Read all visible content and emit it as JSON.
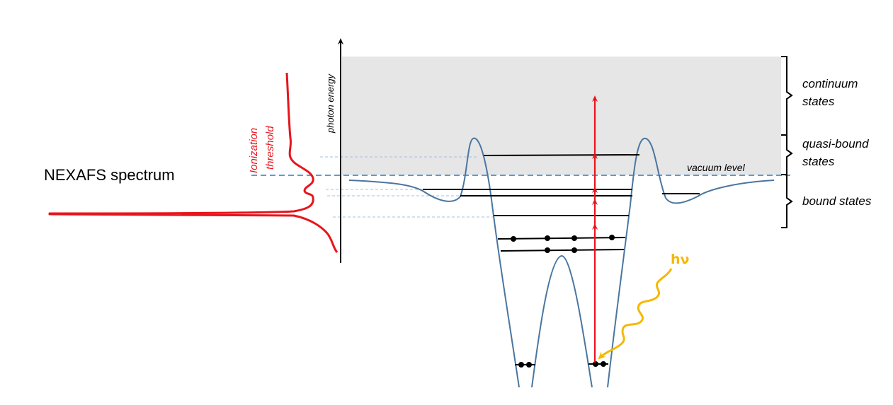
{
  "spectrum": {
    "title": "NEXAFS spectrum"
  },
  "axis": {
    "label": "photon energy"
  },
  "threshold": {
    "line1": "Ionization",
    "line2": "threshold"
  },
  "vacuum_level": {
    "label": "vacuum level"
  },
  "regions": {
    "continuum": {
      "line1": "continuum",
      "line2": "states"
    },
    "quasi_bound": {
      "line1": "quasi-bound",
      "line2": "states"
    },
    "bound": {
      "line1": "bound states"
    }
  },
  "photon": {
    "label": "hν"
  },
  "colors": {
    "spectrum_red": "#e8141b",
    "arrow_red": "#e8141b",
    "potential_blue": "#4a76a0",
    "dashed_blue": "#5b9bd5",
    "photon_gold": "#f5b800",
    "continuum_gray": "#e6e6e6"
  }
}
